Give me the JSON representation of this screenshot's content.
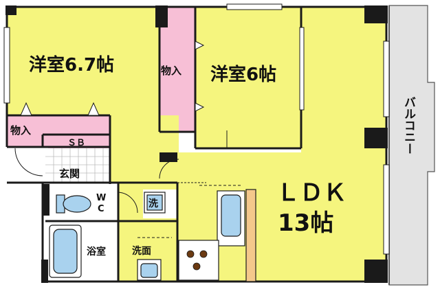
{
  "colors": {
    "room": "#f5f57e",
    "closet": "#f7bfd6",
    "wall": "#1a1a1a",
    "balcony": "#e3e3e3",
    "wet_area": "#ffffff",
    "fixture": "#a9d2ee",
    "stove_burner": "#6b3a12"
  },
  "rooms": {
    "western_room_1": "洋室6.7帖",
    "western_room_2": "洋室6帖",
    "closet_left": "物入",
    "closet_middle": "物入",
    "shoe_box": "ＳＢ",
    "entrance": "玄関",
    "toilet": "Ｗ\nＣ",
    "laundry": "洗",
    "bathroom": "浴室",
    "washroom": "洗面",
    "ldk_line1": "ＬＤＫ",
    "ldk_line2": "13帖",
    "balcony": "バルコニー"
  },
  "icons": {
    "toilet": "toilet-icon",
    "washing_machine": "washing-machine-icon",
    "bathtub": "bathtub-icon",
    "sink": "sink-icon",
    "kitchen_sink": "kitchen-sink-icon",
    "stove": "stove-icon",
    "refrigerator": "refrigerator-icon"
  }
}
